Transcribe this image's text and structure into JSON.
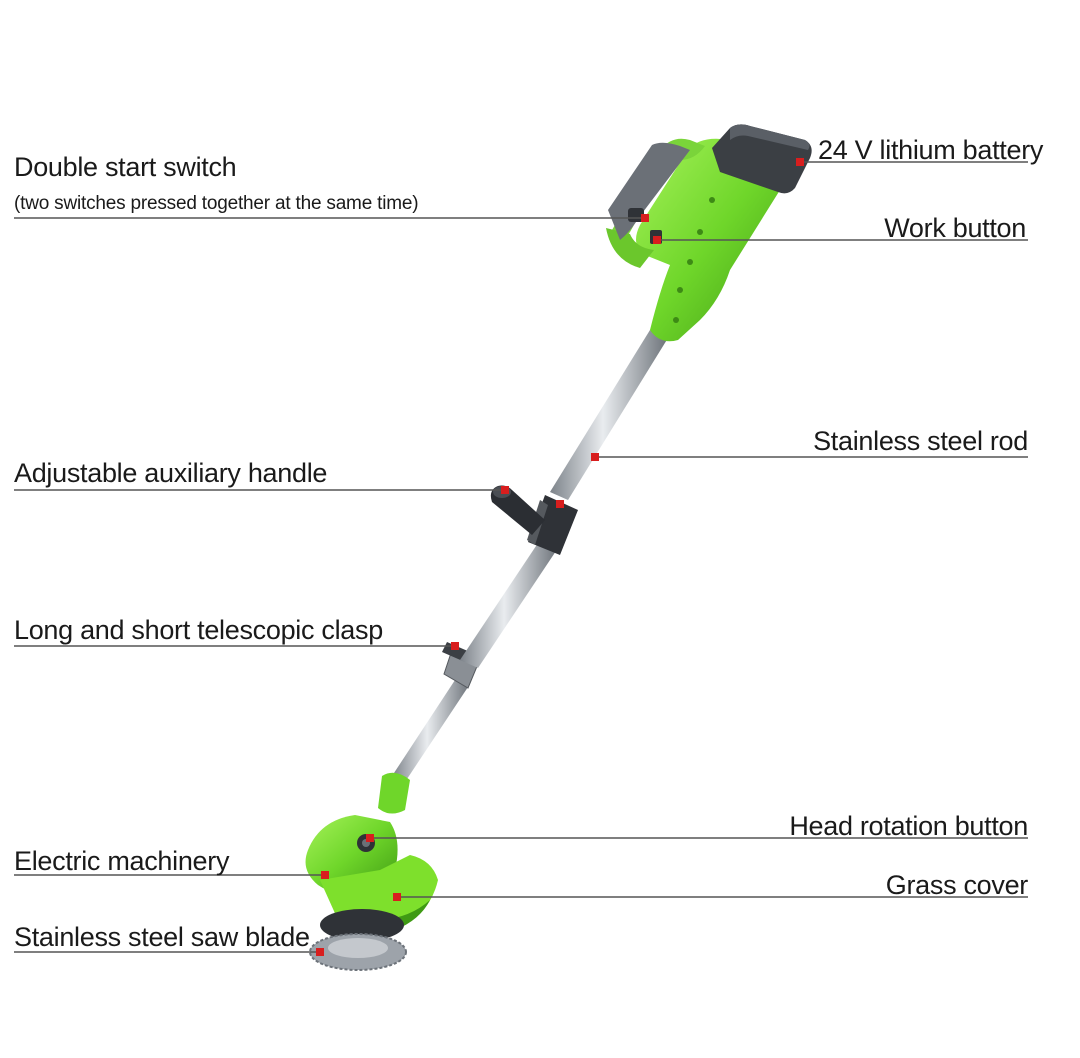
{
  "labels": {
    "double_start_switch": "Double start switch",
    "double_start_switch_note": "(two switches pressed together at the same time)",
    "battery": "24 V lithium battery",
    "work_button": "Work button",
    "stainless_steel_rod": "Stainless steel rod",
    "auxiliary_handle": "Adjustable auxiliary handle",
    "telescopic_clasp": "Long and short telescopic clasp",
    "head_rotation_button": "Head rotation button",
    "electric_machinery": "Electric machinery",
    "grass_cover": "Grass cover",
    "saw_blade": "Stainless steel saw blade"
  },
  "colors": {
    "body_green": "#7ee02c",
    "dark_green": "#3f9a14",
    "battery_gray": "#3b3f44",
    "steel": "#b9bec4",
    "leader_line": "#555555",
    "marker_red": "#d81e1e"
  }
}
